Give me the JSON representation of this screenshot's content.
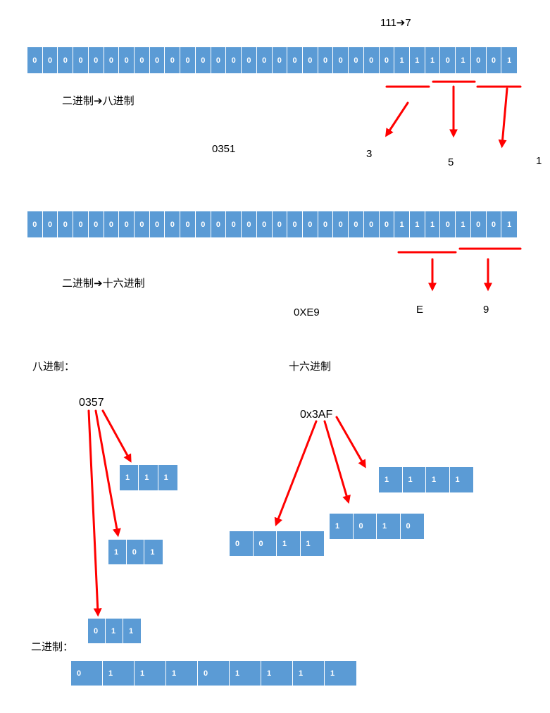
{
  "labels": {
    "octal_example": "111➔7",
    "bin_to_oct": "二进制➔八进制",
    "oct_result": "0351",
    "oct_digit_3": "3",
    "oct_digit_5": "5",
    "oct_digit_1": "1",
    "bin_to_hex": "二进制➔十六进制",
    "hex_digit_e": "E",
    "hex_digit_9": "9",
    "hex_result": "0XE9",
    "octal_heading": "八进制：",
    "hex_heading": "十六进制",
    "octal_number": "0357",
    "hex_number": "0x3AF",
    "binary_heading": "二进制："
  },
  "rows": {
    "bin_row_1": [
      "0",
      "0",
      "0",
      "0",
      "0",
      "0",
      "0",
      "0",
      "0",
      "0",
      "0",
      "0",
      "0",
      "0",
      "0",
      "0",
      "0",
      "0",
      "0",
      "0",
      "0",
      "0",
      "0",
      "0",
      "1",
      "1",
      "1",
      "0",
      "1",
      "0",
      "0",
      "1"
    ],
    "bin_row_2": [
      "0",
      "0",
      "0",
      "0",
      "0",
      "0",
      "0",
      "0",
      "0",
      "0",
      "0",
      "0",
      "0",
      "0",
      "0",
      "0",
      "0",
      "0",
      "0",
      "0",
      "0",
      "0",
      "0",
      "0",
      "1",
      "1",
      "1",
      "0",
      "1",
      "0",
      "0",
      "1"
    ],
    "oct_group_7": [
      "1",
      "1",
      "1"
    ],
    "oct_group_5": [
      "1",
      "0",
      "1"
    ],
    "oct_group_3": [
      "0",
      "1",
      "1"
    ],
    "hex_group_3": [
      "0",
      "0",
      "1",
      "1"
    ],
    "hex_group_a": [
      "1",
      "0",
      "1",
      "0"
    ],
    "hex_group_f": [
      "1",
      "1",
      "1",
      "1"
    ],
    "bin_result": [
      "0",
      "1",
      "1",
      "1",
      "0",
      "1",
      "1",
      "1",
      "1"
    ]
  },
  "colors": {
    "cell_fill": "#5b9bd5",
    "cell_text": "#ffffff",
    "arrow": "#ff0000"
  }
}
